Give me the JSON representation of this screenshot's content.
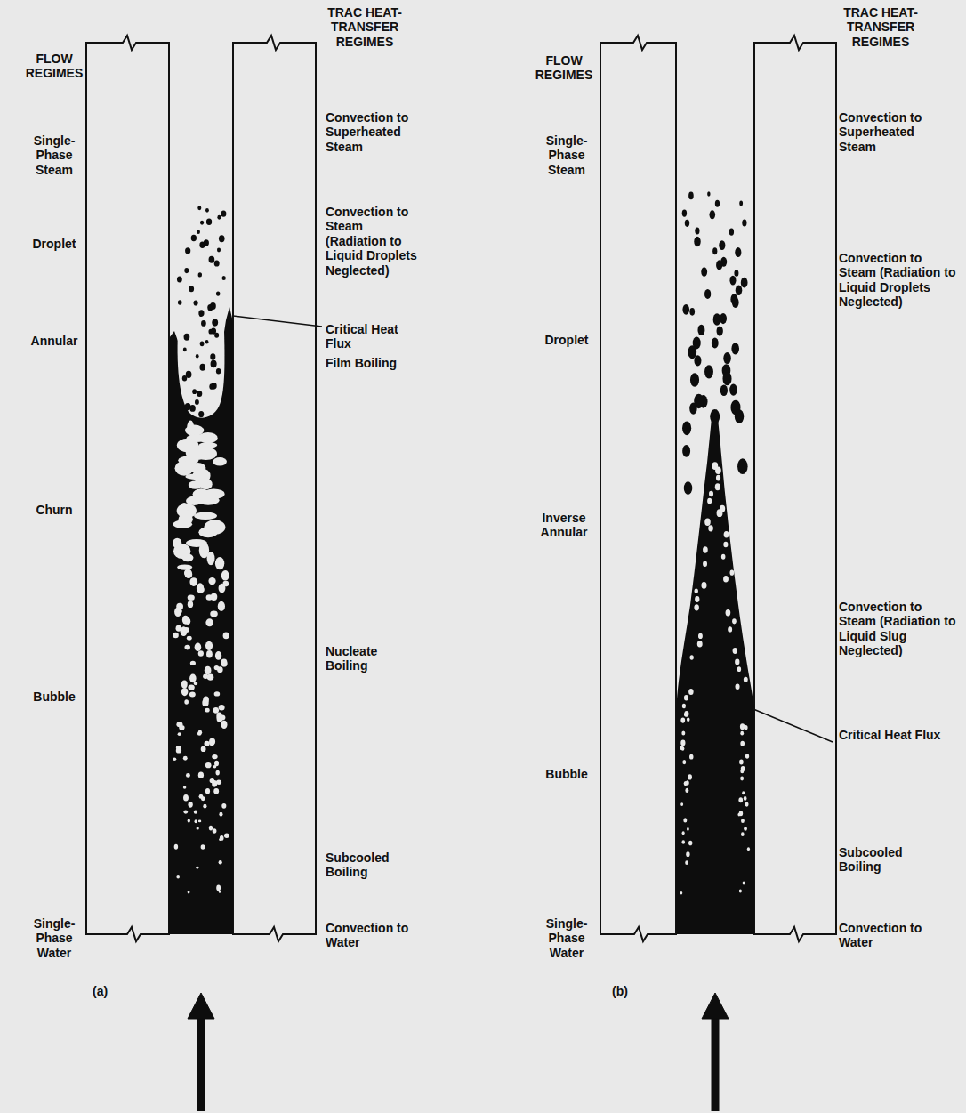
{
  "diagram": {
    "labels": [
      "FLOW REGIMES",
      "TRAC HEAT-TRANSFER REGIMES",
      "Single-Phase Steam",
      "Droplet",
      "Annular",
      "Churn",
      "Bubble",
      "Single-Phase Water",
      "Convection to Superheated Steam",
      "Convection to Steam (Radiation to Liquid Droplets Neglected)",
      "Critical Heat Flux",
      "Film Boiling",
      "Nucleate Boiling",
      "Subcooled Boiling",
      "Convection to Water",
      "(a)",
      "FLOW REGIMES",
      "TRAC HEAT-TRANSFER REGIMES",
      "Single-Phase Steam",
      "Droplet",
      "Inverse Annular",
      "Bubble",
      "Single-Phase Water",
      "Convection to Superheated Steam",
      "Convection to Steam (Radiation to Liquid Droplets Neglected)",
      "Convection to Steam (Radiation to Liquid Slug Neglected)",
      "Critical Heat Flux",
      "Subcooled Boiling",
      "Convection to Water",
      "(b)"
    ]
  }
}
